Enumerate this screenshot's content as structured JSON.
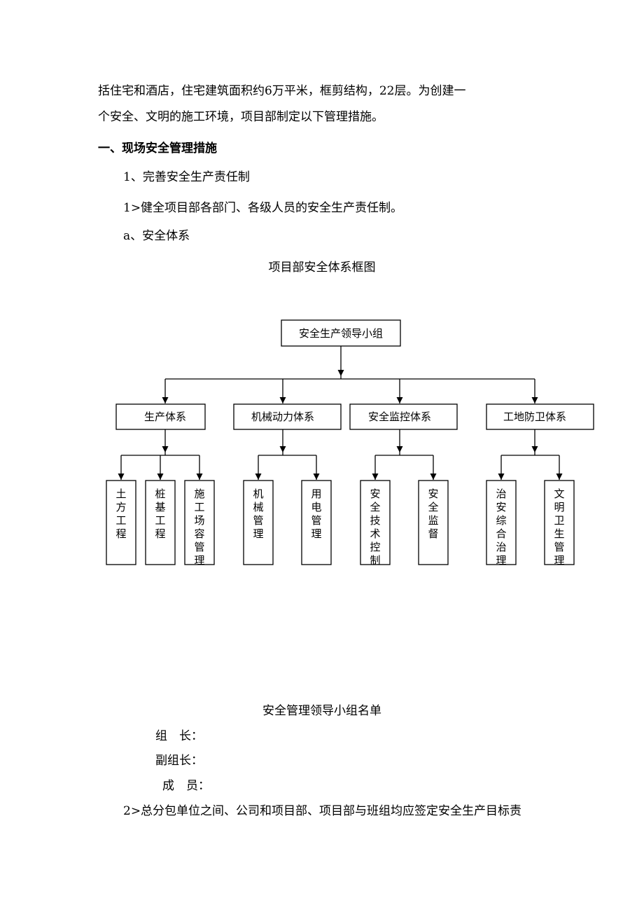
{
  "paragraphs": {
    "p1": "括住宅和酒店，住宅建筑面积约6万平米，框剪结构，22层。为创建一",
    "p2": "个安全、文明的施工环境，项目部制定以下管理措施。",
    "h1": "一、现场安全管理措施",
    "s1": "1、完善安全生产责任制",
    "s2": "1>健全项目部各部门、各级人员的安全生产责任制。",
    "s3": "a、安全体系"
  },
  "chart_title": "项目部安全体系框图",
  "org": {
    "root": "安全生产领导小组",
    "groups": [
      {
        "label": "生产体系",
        "children": [
          "土方工程",
          "桩基工程",
          "施工场容管理"
        ]
      },
      {
        "label": "机械动力体系",
        "children": [
          "机械管理",
          "用电管理"
        ]
      },
      {
        "label": "安全监控体系",
        "children": [
          "安全技术控制",
          "安全监督"
        ]
      },
      {
        "label": "工地防卫体系",
        "children": [
          "治安综合治理",
          "文明卫生管理"
        ]
      }
    ]
  },
  "roster": {
    "title": "安全管理领导小组名单",
    "leader": "组　长：",
    "deputy": "副组长：",
    "members": "成　员："
  },
  "closing": "2>总分包单位之间、公司和项目部、项目部与班组均应签定安全生产目标责"
}
